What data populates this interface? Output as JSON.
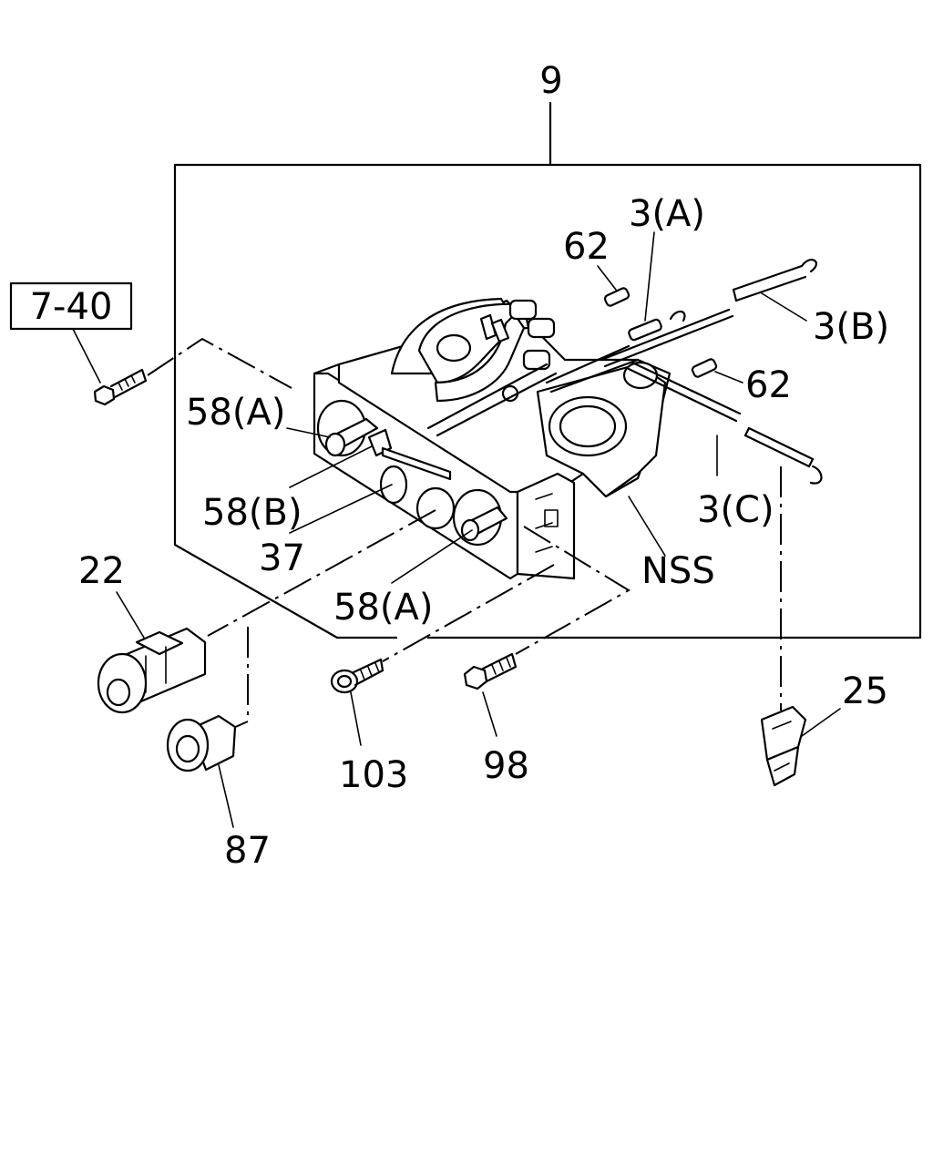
{
  "diagram": {
    "labels": {
      "assembly": "9",
      "ref_box": "7-40",
      "knob_a_upper": "58(A)",
      "knob_b": "58(B)",
      "part_37": "37",
      "knob_a_lower": "58(A)",
      "cable_a": "3(A)",
      "cable_b": "3(B)",
      "cable_c": "3(C)",
      "pin_upper": "62",
      "pin_lower": "62",
      "nss": "NSS",
      "switch_22": "22",
      "bulb_87": "87",
      "screw_103": "103",
      "screw_98": "98",
      "clip_25": "25"
    }
  }
}
